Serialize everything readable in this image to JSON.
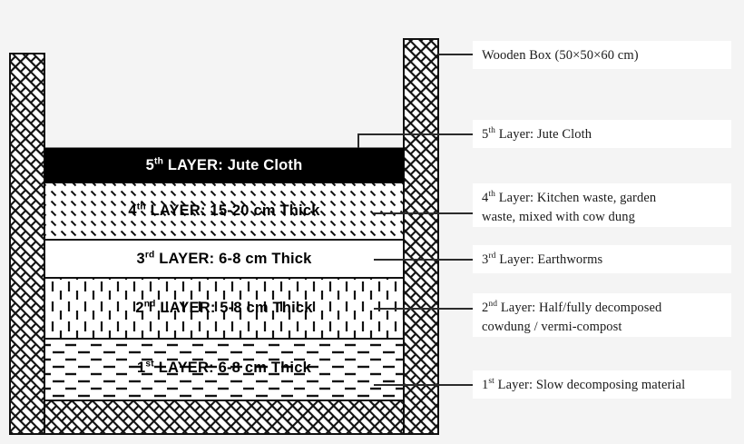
{
  "diagram": {
    "title_semantic": "vermicomposting-wooden-box-cross-section",
    "background_color": "#f4f4f4",
    "ink_color": "#1a1a1a",
    "jute_fill_color": "#000000"
  },
  "box": {
    "caption_layer5": "5",
    "caption_layer5_ord": "th",
    "caption_layer5_rest": " LAYER: Jute Cloth",
    "caption_layer4": "4",
    "caption_layer4_ord": "th",
    "caption_layer4_rest": " LAYER: 15-20 cm Thick",
    "caption_layer3": "3",
    "caption_layer3_ord": "rd",
    "caption_layer3_rest": " LAYER: 6-8 cm Thick",
    "caption_layer2": "2",
    "caption_layer2_ord": "nd",
    "caption_layer2_rest": " LAYER: 5-8 cm Thick",
    "caption_layer1": "1",
    "caption_layer1_ord": "st",
    "caption_layer1_rest": " LAYER: 6-8 cm Thick"
  },
  "labels": {
    "wooden_box": {
      "num": "",
      "ord": "",
      "text": "Wooden Box (50×50×60 cm)"
    },
    "layer5": {
      "num": "5",
      "ord": "th",
      "text": " Layer: Jute Cloth"
    },
    "layer4": {
      "num": "4",
      "ord": "th",
      "text": " Layer: Kitchen waste, garden",
      "text2": "waste, mixed with cow dung"
    },
    "layer3": {
      "num": "3",
      "ord": "rd",
      "text": " Layer: Earthworms"
    },
    "layer2": {
      "num": "2",
      "ord": "nd",
      "text": " Layer: Half/fully decomposed",
      "text2": "cowdung / vermi-compost"
    },
    "layer1": {
      "num": "1",
      "ord": "st",
      "text": " Layer: Slow decomposing material"
    }
  }
}
